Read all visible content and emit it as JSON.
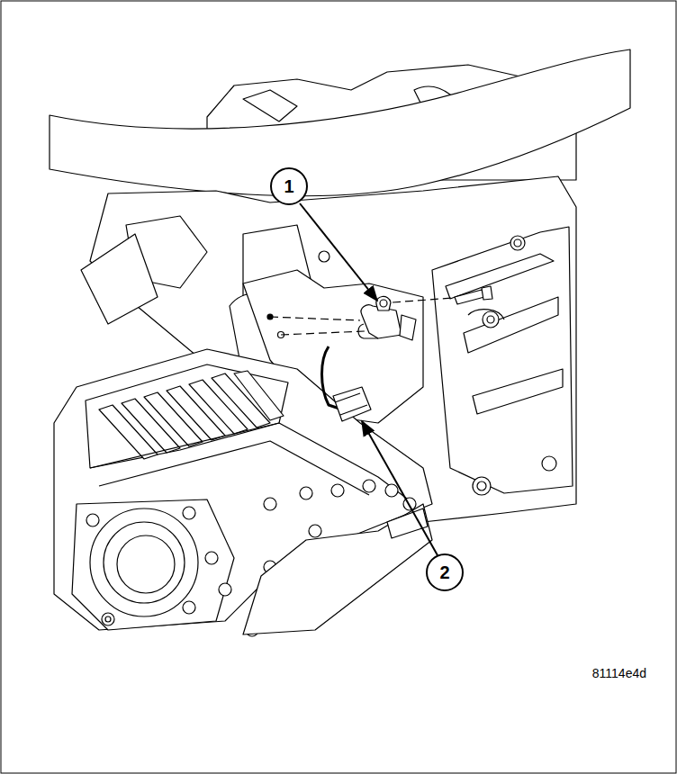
{
  "diagram": {
    "nodes": [
      {
        "text": [
          "1"
        ]
      },
      {
        "text": [
          "2"
        ]
      }
    ],
    "labels": [
      "81114e4d"
    ]
  }
}
